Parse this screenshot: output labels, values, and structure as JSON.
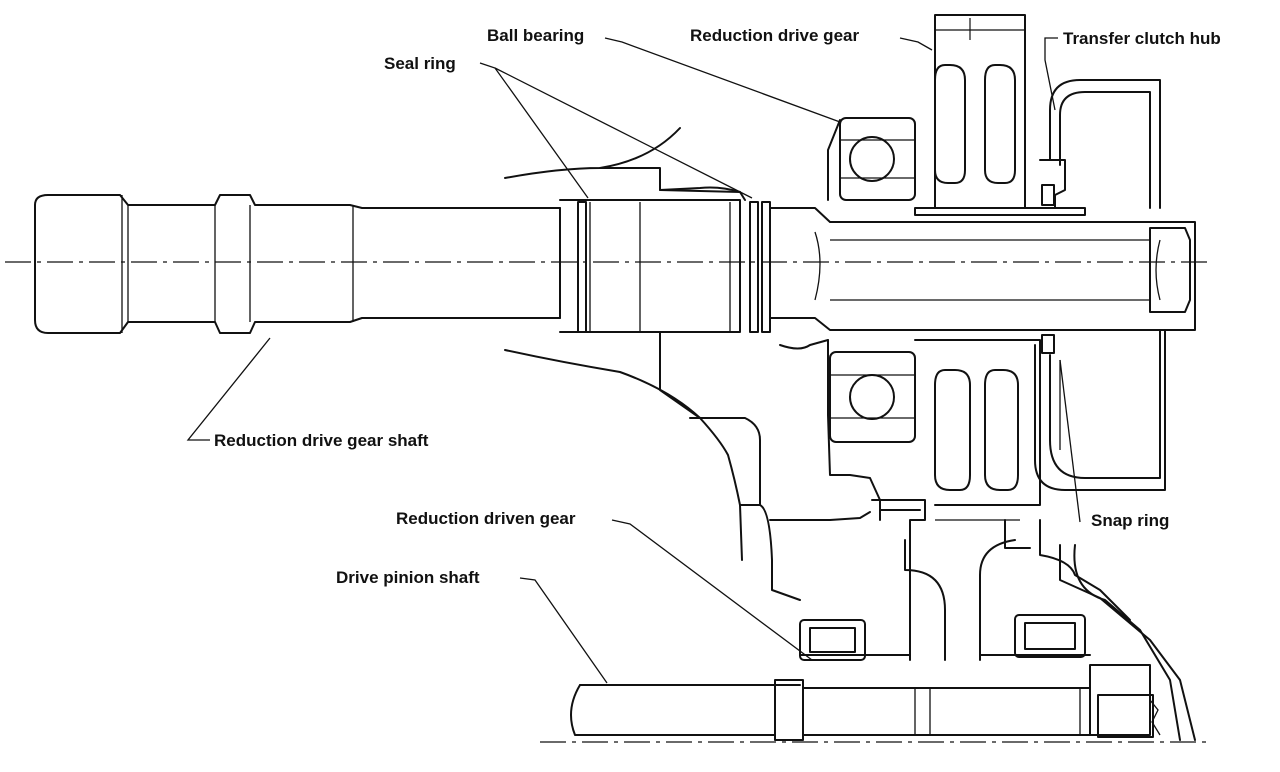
{
  "labels": {
    "ball_bearing": "Ball bearing",
    "reduction_drive_gear": "Reduction drive gear",
    "transfer_clutch_hub": "Transfer clutch hub",
    "seal_ring": "Seal ring",
    "reduction_drive_gear_shaft": "Reduction drive gear shaft",
    "snap_ring": "Snap ring",
    "reduction_driven_gear": "Reduction driven gear",
    "drive_pinion_shaft": "Drive pinion shaft"
  }
}
